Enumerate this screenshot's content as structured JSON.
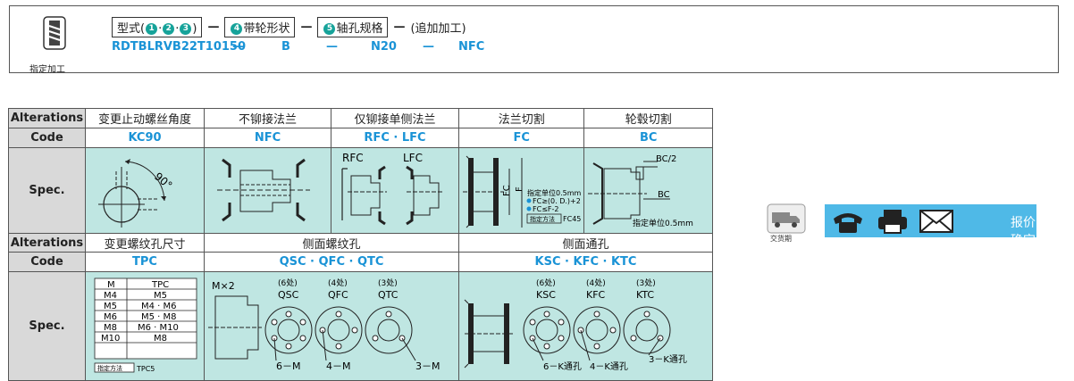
{
  "order_example": {
    "icon_label": "指定加工",
    "box1": "型式",
    "box1_nums": [
      "1",
      "2",
      "3"
    ],
    "box2_num": "4",
    "box2": "带轮形状",
    "box3_num": "5",
    "box3": "轴孔规格",
    "additional": "(追加加工)",
    "part_number": "RDTBLRVB22T10150",
    "shape_value": "B",
    "bore_value": "N20",
    "add_value": "NFC",
    "dash": "—"
  },
  "table": {
    "row_alterations_1": {
      "label": "Alterations",
      "items": [
        "变更止动螺丝角度",
        "不铆接法兰",
        "仅铆接单侧法兰",
        "法兰切割",
        "轮毂切割"
      ]
    },
    "row_code_1": {
      "label": "Code",
      "items": [
        "KC90",
        "NFC",
        "RFC · LFC",
        "FC",
        "BC"
      ]
    },
    "row_spec_1": {
      "label": "Spec.",
      "kc90_angle": "90°",
      "rfc": "RFC",
      "lfc": "LFC",
      "fc_note1": "指定单位0.5mm",
      "fc_note2": "FC≥(0. D.)+2",
      "fc_note3": "FC≤F-2",
      "fc_box": "指定方法",
      "fc_example": "FC45",
      "fc_dim1": "FC",
      "fc_dim2": "F",
      "bc_top": "BC/2",
      "bc_mid": "BC",
      "bc_note": "指定单位0.5mm"
    },
    "row_alterations_2": {
      "label": "Alterations",
      "items": [
        "变更螺纹孔尺寸",
        "侧面螺纹孔",
        "侧面通孔"
      ]
    },
    "row_code_2": {
      "label": "Code",
      "items": [
        "TPC",
        "QSC · QFC · QTC",
        "KSC · KFC · KTC"
      ]
    },
    "row_spec_2": {
      "label": "Spec.",
      "tpc_headers": [
        "M",
        "TPC"
      ],
      "tpc_rows": [
        [
          "M4",
          "M5"
        ],
        [
          "M5",
          "M4 · M6"
        ],
        [
          "M6",
          "M5 · M8"
        ],
        [
          "M8",
          "M6 · M10"
        ],
        [
          "M10",
          "M8"
        ]
      ],
      "tpc_box": "指定方法",
      "tpc_example": "TPC5",
      "mx2": "M×2",
      "q_counts": [
        "(6处)",
        "(4处)",
        "(3处)"
      ],
      "q_codes": [
        "QSC",
        "QFC",
        "QTC"
      ],
      "q_bottom": [
        "6－M",
        "4－M",
        "3－M"
      ],
      "k_counts": [
        "(6处)",
        "(4处)",
        "(3处)"
      ],
      "k_codes": [
        "KSC",
        "KFC",
        "KTC"
      ],
      "k_bottom": [
        "6－K通孔",
        "4－K通孔",
        "3－K通孔"
      ]
    }
  },
  "toolbar": {
    "truck_label": "交货期",
    "quote_label": "报价确定"
  },
  "colors": {
    "accent": "#1a93d6",
    "spec_bg": "#bfe6e2",
    "label_bg": "#d9d9d9",
    "circle": "#16a39a",
    "quote_bar": "#4fb9e7"
  }
}
